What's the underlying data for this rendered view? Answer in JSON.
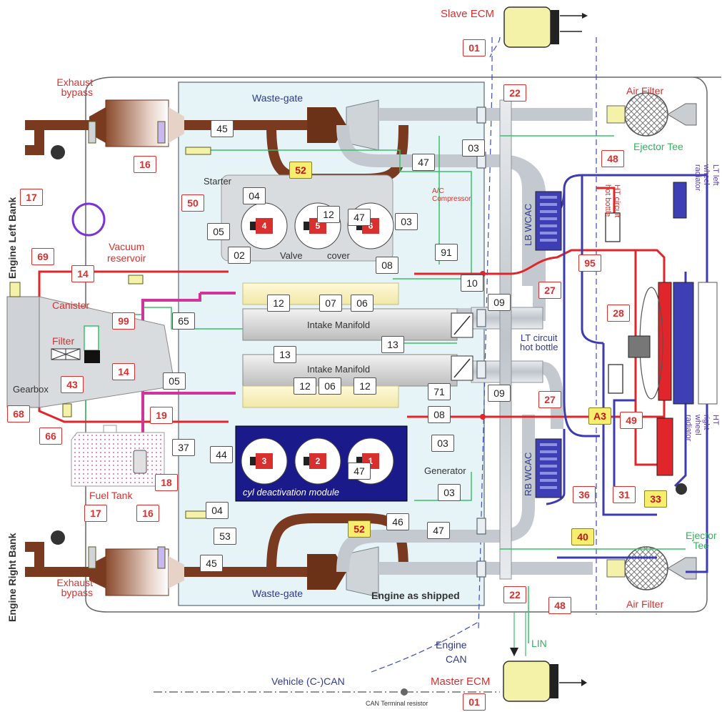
{
  "labels": {
    "slave_ecm": "Slave ECM",
    "master_ecm": "Master ECM",
    "exhaust_bypass_top": "Exhaust\nbypass",
    "exhaust_bypass_bottom": "Exhaust\nbypass",
    "waste_gate_top": "Waste-gate",
    "waste_gate_bottom": "Waste-gate",
    "air_filter_top": "Air Filter",
    "air_filter_bottom": "Air Filter",
    "ejector_tee_top": "Ejector Tee",
    "ejector_tee_bottom": "Ejector\nTee",
    "engine_left_bank": "Engine Left Bank",
    "engine_right_bank": "Engine Right Bank",
    "starter": "Starter",
    "ac_compressor": "A/C\nCompressor",
    "vacuum_reservoir": "Vacuum\nreservoir",
    "valve_cover": "Valve",
    "cover": "cover",
    "canister": "Canister",
    "filter": "Filter",
    "gearbox": "Gearbox",
    "intake_manifold_1": "Intake Manifold",
    "intake_manifold_2": "Intake Manifold",
    "fuel_tank": "Fuel Tank",
    "cyl_deactivation_module": "cyl deactivation module",
    "generator": "Generator",
    "engine_as_shipped": "Engine as shipped",
    "lb_wcac": "LB WCAC",
    "rb_wcac": "RB WCAC",
    "ht_circuit_hot_bottle": "HT circuit\nhot bottle",
    "lt_circuit_hot_bottle": "LT circuit\nhot bottle",
    "lt_left_wheel_radiator": "LT left wheel\nradiator",
    "ht_right_wheel_radiator": "HT right wheel\nradiator",
    "engine_can": "Engine\nCAN",
    "lin": "LIN",
    "vehicle_can": "Vehicle (C-)CAN",
    "can_terminal_resistor": "CAN  Terminal resistor"
  },
  "cylinders": [
    "4",
    "5",
    "6",
    "3",
    "2",
    "1"
  ],
  "tags": {
    "t01_top": "01",
    "t01_bottom": "01",
    "t22_top": "22",
    "t22_bottom": "22",
    "t48_top": "48",
    "t48_bottom": "48",
    "t17_top": "17",
    "t17_bottom": "17",
    "t16_top": "16",
    "t16_bottom": "16",
    "t50": "50",
    "t69": "69",
    "t14_a": "14",
    "t14_b": "14",
    "t99": "99",
    "t43": "43",
    "t68": "68",
    "t66": "66",
    "t19": "19",
    "t18": "18",
    "t10": "10",
    "t27_a": "27",
    "t27_b": "27",
    "t95": "95",
    "t28": "28",
    "t49": "49",
    "t36": "36",
    "t31": "31",
    "t45_top": "45",
    "t45_bottom": "45",
    "t03_a": "03",
    "t03_b": "03",
    "t03_c": "03",
    "t03_d": "03",
    "t47_a": "47",
    "t47_b": "47",
    "t47_c": "47",
    "t47_d": "47",
    "t04_a": "04",
    "t04_b": "04",
    "t05_a": "05",
    "t05_b": "05",
    "t12_a": "12",
    "t12_b": "12",
    "t12_c": "12",
    "t12_d": "12",
    "t02": "02",
    "t91": "91",
    "t08_a": "08",
    "t08_b": "08",
    "t07": "07",
    "t06_a": "06",
    "t06_b": "06",
    "t65": "65",
    "t13_a": "13",
    "t13_b": "13",
    "t09_a": "09",
    "t09_b": "09",
    "t71": "71",
    "t37": "37",
    "t44": "44",
    "t53": "53",
    "t46": "46",
    "t52_top": "52",
    "t52_bottom": "52",
    "tA3": "A3",
    "t33": "33",
    "t40": "40"
  },
  "colors": {
    "exhaust": "#7a3a1f",
    "intake_pipe": "#cfd4d8",
    "red_line": "#e0262a",
    "blue_line": "#3d3bb0",
    "green_line": "#38c06a",
    "magenta_line": "#d1349b",
    "engine_bg": "#e6f4f8",
    "ecm": "#f4f1a8"
  }
}
